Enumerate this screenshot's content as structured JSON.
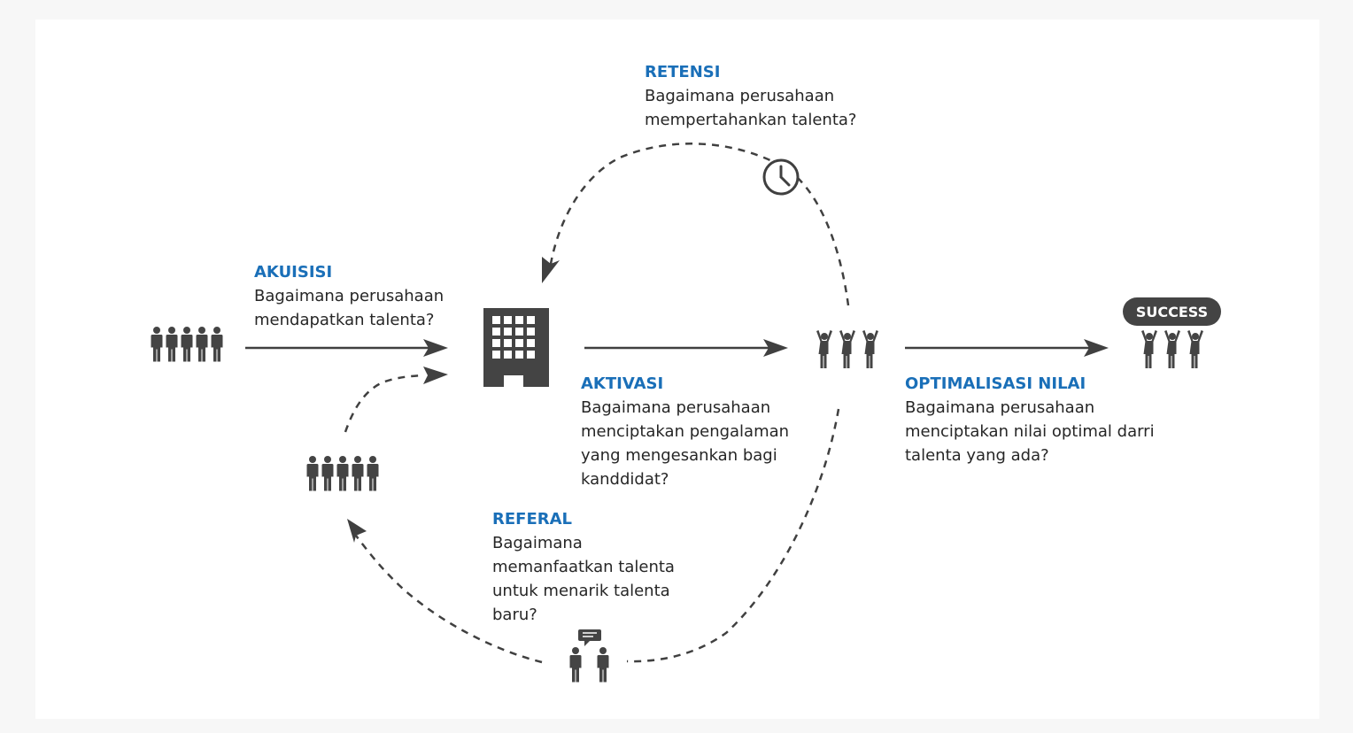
{
  "stages": {
    "akuisisi": {
      "title": "AKUISISI",
      "lines": [
        "Bagaimana perusahaan",
        "mendapatkan talenta?"
      ]
    },
    "retensi": {
      "title": "RETENSI",
      "lines": [
        "Bagaimana perusahaan",
        "mempertahankan talenta?"
      ]
    },
    "aktivasi": {
      "title": "AKTIVASI",
      "lines": [
        "Bagaimana perusahaan",
        "menciptakan pengalaman",
        "yang mengesankan bagi",
        "kanddidat?"
      ]
    },
    "optimalisasi": {
      "title": "OPTIMALISASI NILAI",
      "lines": [
        "Bagaimana perusahaan",
        "menciptakan nilai optimal darri",
        "talenta yang ada?"
      ]
    },
    "referal": {
      "title": "REFERAL",
      "lines": [
        "Bagaimana",
        "memanfaatkan talenta",
        "untuk menarik talenta",
        "baru?"
      ]
    }
  },
  "success_sign": "SUCCESS",
  "colors": {
    "heading": "#1a6fb8",
    "text": "#262626",
    "icon": "#444444",
    "arrow": "#404040"
  },
  "icons": [
    "people-group-icon",
    "office-building-icon",
    "cheering-people-icon",
    "success-team-icon",
    "clock-icon",
    "two-people-talking-icon"
  ]
}
